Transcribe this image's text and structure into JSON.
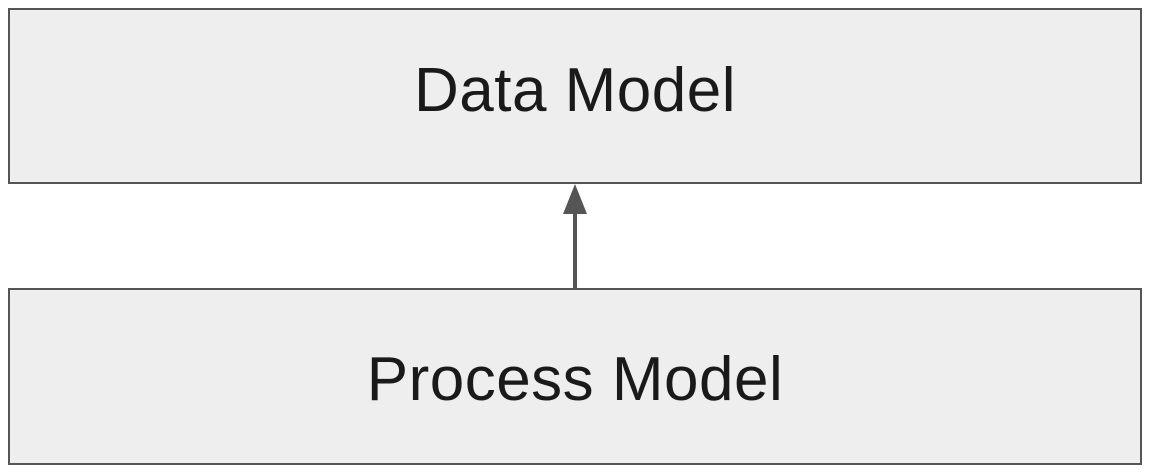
{
  "diagram": {
    "nodes": [
      {
        "id": "data-model",
        "label": "Data Model"
      },
      {
        "id": "process-model",
        "label": "Process Model"
      }
    ],
    "edges": [
      {
        "from": "process-model",
        "to": "data-model",
        "arrow": "end"
      }
    ]
  },
  "colors": {
    "box_fill": "#eeeeee",
    "box_border": "#555555",
    "arrow": "#555555",
    "text": "#1a1a1a",
    "background": "#ffffff"
  }
}
